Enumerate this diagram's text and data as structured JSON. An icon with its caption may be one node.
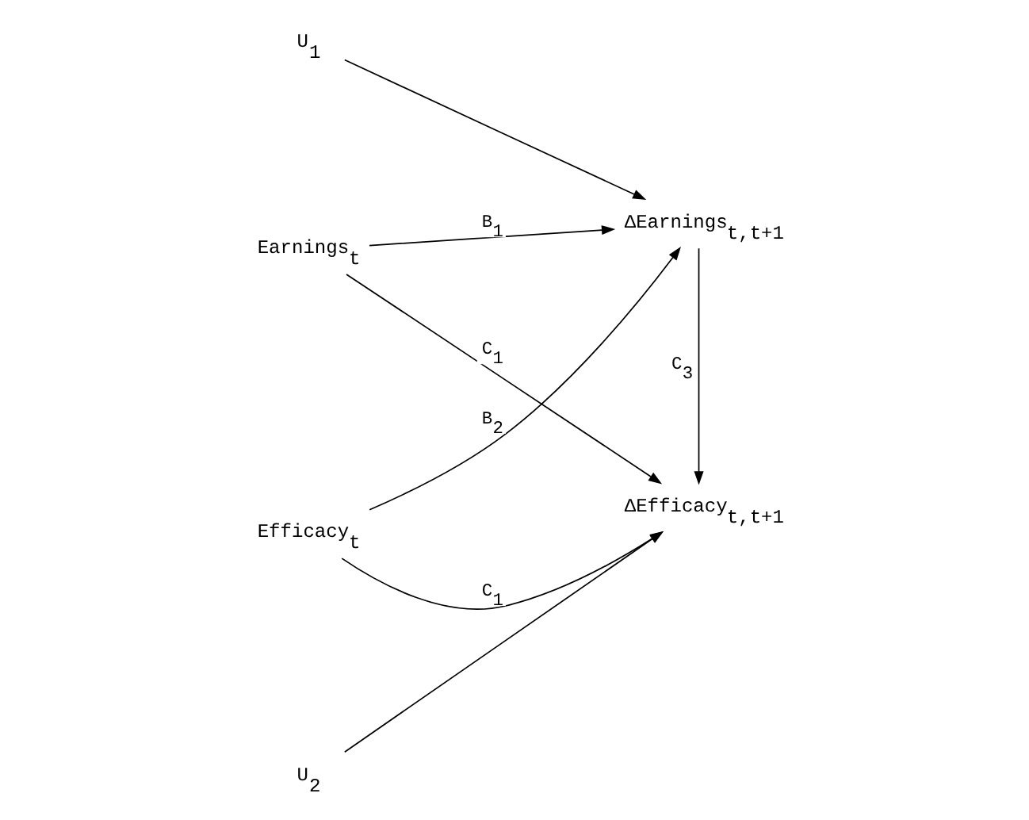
{
  "diagram": {
    "nodes": [
      {
        "text": [
          "Earnings$_{t}$"
        ]
      },
      {
        "text": [
          "Efficacy$_{t}$"
        ]
      },
      {
        "text": [
          "ΔEarnings$_{t,t+1}$"
        ]
      },
      {
        "text": [
          "ΔEfficacy$_{t,t+1}$"
        ]
      },
      {
        "text": [
          "U$_{1}$"
        ]
      },
      {
        "text": [
          "U$_{2}$"
        ]
      }
    ],
    "edges": [
      {
        "from": 0,
        "to": 2,
        "arrow": "to",
        "label": "B$_{1}$"
      },
      {
        "from": 0,
        "to": 3,
        "arrow": "to",
        "label": "C$_{1}$"
      },
      {
        "from": 1,
        "to": 2,
        "arrow": "to",
        "label": "B$_{2}$"
      },
      {
        "from": 1,
        "to": 3,
        "arrow": "to",
        "label": "C$_{1}$"
      },
      {
        "from": 4,
        "to": 2,
        "arrow": "to"
      },
      {
        "from": 2,
        "to": 3,
        "arrow": "to",
        "label": "C$_{3}$"
      },
      {
        "from": 5,
        "to": 3,
        "arrow": "to"
      }
    ]
  }
}
